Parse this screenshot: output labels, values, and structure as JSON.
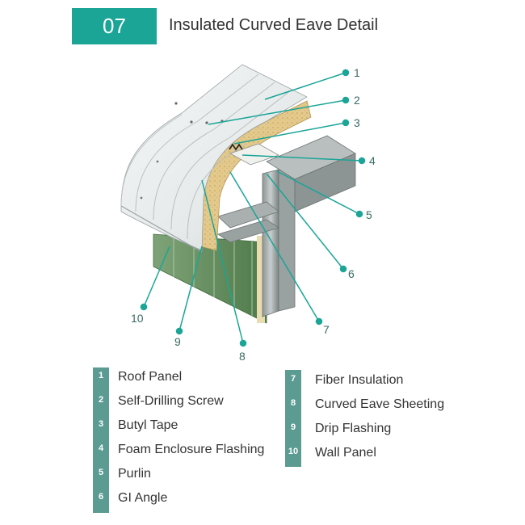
{
  "header": {
    "number": "07",
    "title": "Insulated Curved Eave Detail"
  },
  "colors": {
    "accent": "#1aa597",
    "legend_strip": "#5b9b92",
    "leader_line": "#1aa597"
  },
  "callouts": [
    "1",
    "2",
    "3",
    "4",
    "5",
    "6",
    "7",
    "8",
    "9",
    "10"
  ],
  "legend": {
    "left": [
      {
        "num": "1",
        "label": "Roof Panel"
      },
      {
        "num": "2",
        "label": "Self-Drilling Screw"
      },
      {
        "num": "3",
        "label": "Butyl Tape"
      },
      {
        "num": "4",
        "label": "Foam Enclosure Flashing"
      },
      {
        "num": "5",
        "label": "Purlin"
      },
      {
        "num": "6",
        "label": "GI Angle"
      }
    ],
    "right": [
      {
        "num": "7",
        "label": "Fiber Insulation"
      },
      {
        "num": "8",
        "label": "Curved Eave Sheeting"
      },
      {
        "num": "9",
        "label": "Drip Flashing"
      },
      {
        "num": "10",
        "label": "Wall Panel"
      }
    ]
  }
}
